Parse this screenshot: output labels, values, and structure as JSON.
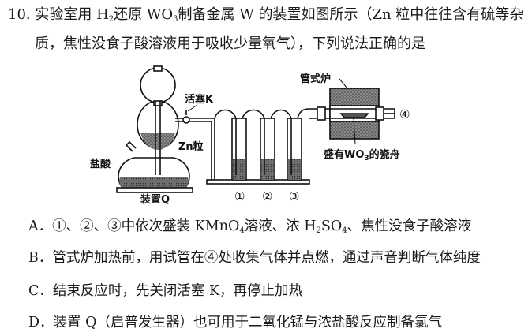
{
  "question": {
    "number": "10.",
    "line1": {
      "a": "实验室用 H",
      "a_sub": "2",
      "b": "还原 WO",
      "b_sub": "3",
      "c": "制备金属 W 的装置如图所示（Zn 粒中往往含有硫等杂"
    },
    "line2": "质，焦性没食子酸溶液用于吸收少量氧气），下列说法正确的是"
  },
  "figure": {
    "label_valve": "活塞K",
    "label_zn": "Zn粒",
    "label_acid": "盐酸",
    "label_device": "装置Q",
    "label_furnace": "管式炉",
    "label_boat_a": "盛有WO",
    "label_boat_sub": "3",
    "label_boat_b": "的瓷舟",
    "bottle_1": "①",
    "bottle_2": "②",
    "bottle_3": "③",
    "tube_end": "④"
  },
  "options": {
    "A": {
      "a": "A．①、②、③中依次盛装 KMnO",
      "a_sub": "4",
      "b": "溶液、浓 H",
      "b_sub": "2",
      "c": "SO",
      "c_sub": "4",
      "d": "、焦性没食子酸溶液"
    },
    "B": "B．管式炉加热前，用试管在④处收集气体并点燃，通过声音判断气体纯度",
    "C": "C．结束反应时，先关闭活塞 K，再停止加热",
    "D": "D．装置 Q（启普发生器）也可用于二氧化锰与浓盐酸反应制备氯气"
  }
}
